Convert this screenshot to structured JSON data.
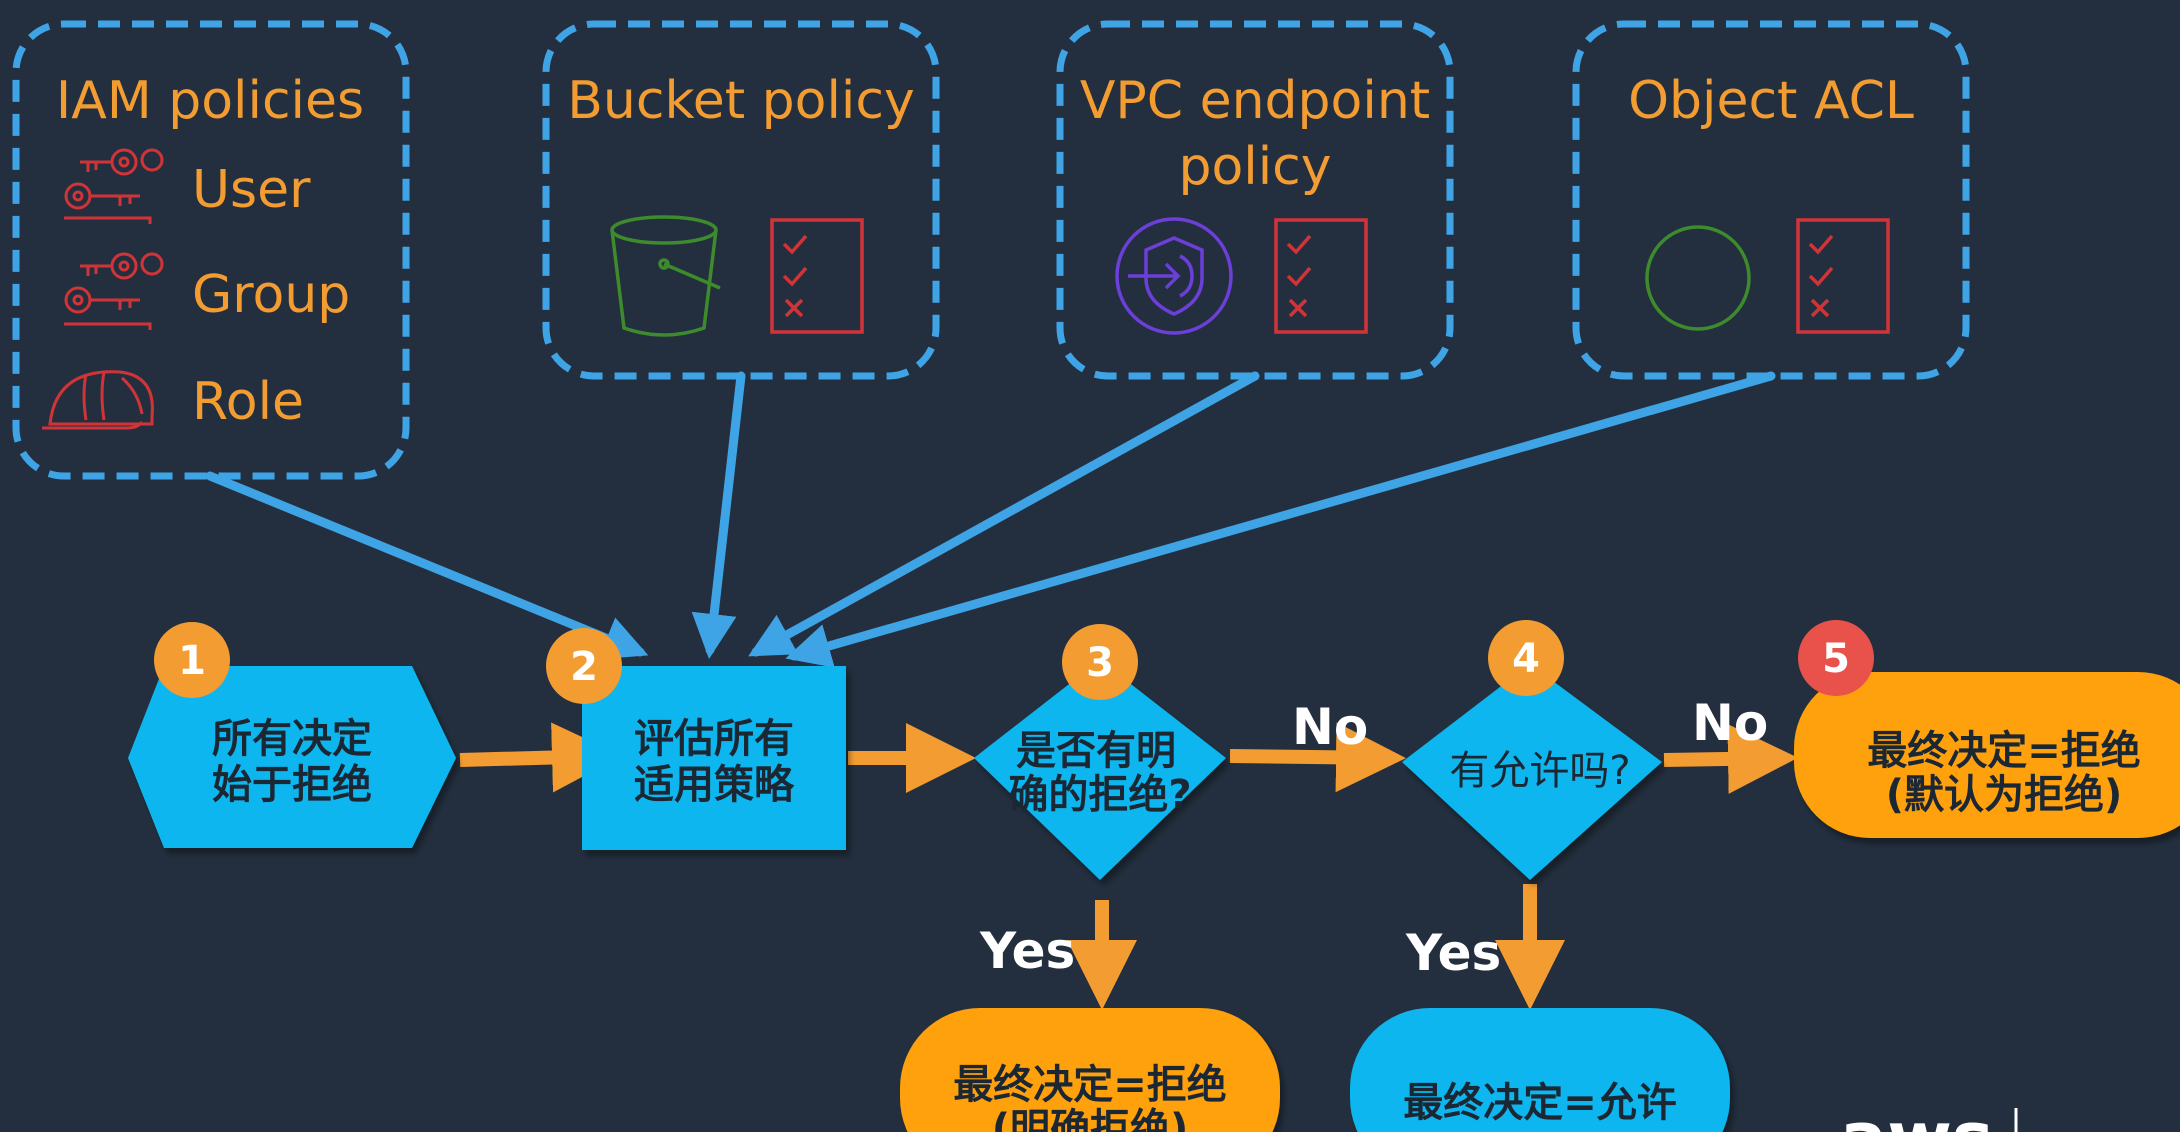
{
  "sources": {
    "iam": {
      "title": "IAM policies",
      "items": [
        {
          "label": "User",
          "icon": "user-keys-icon"
        },
        {
          "label": "Group",
          "icon": "group-keys-icon"
        },
        {
          "label": "Role",
          "icon": "role-helmet-icon"
        }
      ]
    },
    "bucket": {
      "title": "Bucket policy",
      "icons": [
        "bucket-icon",
        "checklist-icon"
      ]
    },
    "vpc": {
      "title_line1": "VPC endpoint",
      "title_line2": "policy",
      "icons": [
        "vpc-endpoint-icon",
        "checklist-icon"
      ]
    },
    "acl": {
      "title": "Object ACL",
      "icons": [
        "object-circle-icon",
        "checklist-icon"
      ]
    }
  },
  "flow": {
    "steps": [
      {
        "badge": "1",
        "line1": "所有决定",
        "line2": "始于拒绝"
      },
      {
        "badge": "2",
        "line1": "评估所有",
        "line2": "适用策略"
      },
      {
        "badge": "3",
        "line1": "是否有明",
        "line2": "确的拒绝?"
      },
      {
        "badge": "4",
        "line1": "有允许吗?"
      },
      {
        "badge": "5",
        "line1": "最终决定=拒绝",
        "line2": "(默认为拒绝)"
      }
    ],
    "edge_labels": {
      "no_1": "No",
      "no_2": "No",
      "yes_1": "Yes",
      "yes_2": "Yes"
    },
    "outcomes": {
      "explicit_deny_line1": "最终决定=拒绝",
      "explicit_deny_line2": "(明确拒绝)",
      "allow": "最终决定=允许"
    }
  },
  "branding": {
    "logo_text": "aws"
  },
  "colors": {
    "background": "#232f3e",
    "dashed_border": "#3fa4e6",
    "title_orange": "#f39c32",
    "node_blue": "#0cb6ee",
    "node_orange": "#ffa10a",
    "badge_orange": "#f39c32",
    "badge_red": "#e8524a",
    "icon_red": "#d13438",
    "icon_green": "#3d8b2c",
    "icon_purple": "#6c3fd9"
  }
}
